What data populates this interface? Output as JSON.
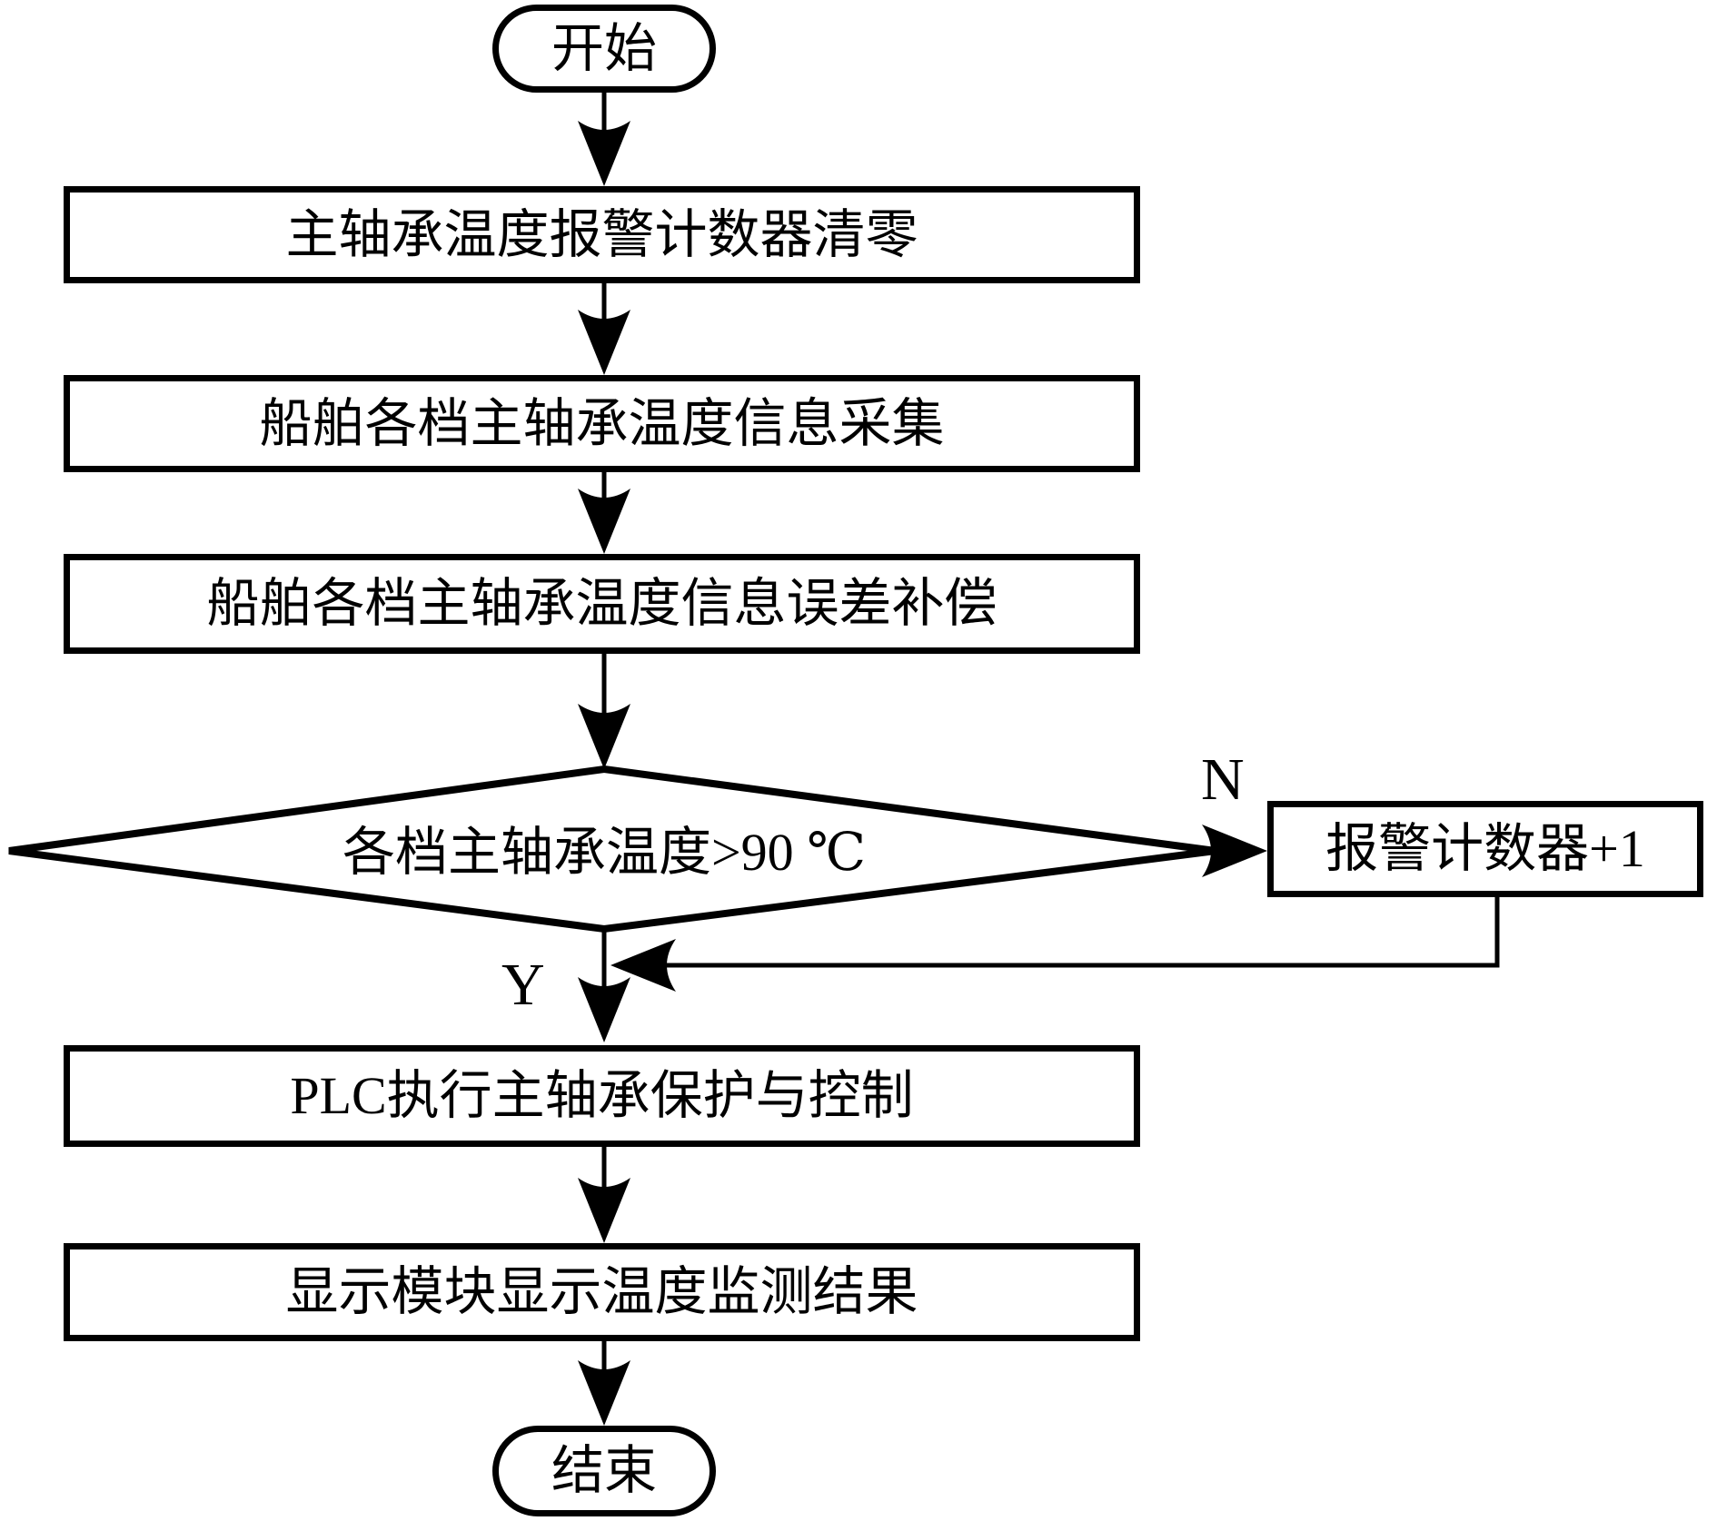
{
  "nodes": {
    "start": {
      "label": "开始"
    },
    "reset": {
      "label": "主轴承温度报警计数器清零"
    },
    "collect": {
      "label": "船舶各档主轴承温度信息采集"
    },
    "compensate": {
      "label": "船舶各档主轴承温度信息误差补偿"
    },
    "decision": {
      "label": "各档主轴承温度>90 ℃"
    },
    "increment": {
      "label": "报警计数器+1"
    },
    "plc": {
      "label": "PLC执行主轴承保护与控制"
    },
    "display": {
      "label": "显示模块显示温度监测结果"
    },
    "end": {
      "label": "结束"
    }
  },
  "branches": {
    "no": "N",
    "yes": "Y"
  },
  "colors": {
    "line": "#000000",
    "shape_fill": "#ffffff",
    "text": "#000000"
  }
}
